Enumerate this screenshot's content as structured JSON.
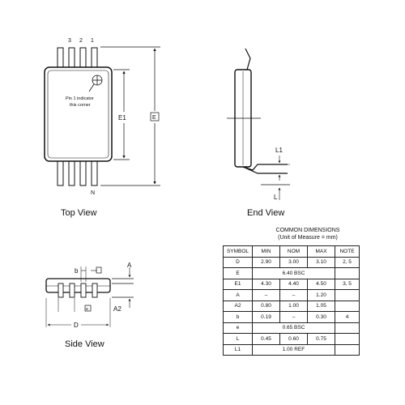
{
  "top_view": {
    "title": "Top View",
    "pin_numbers": [
      "3",
      "2",
      "1"
    ],
    "pin_n": "N",
    "pin1_note": [
      "Pin 1 indicator",
      "this corner"
    ],
    "dim_e1": "E1",
    "dim_e": "E"
  },
  "end_view": {
    "title": "End View",
    "dim_l1": "L1",
    "dim_l": "L"
  },
  "side_view": {
    "title": "Side View",
    "dim_b": "b",
    "dim_a": "A",
    "dim_a2": "A2",
    "dim_d": "D",
    "dim_e": "e"
  },
  "dimensions_table": {
    "title": "COMMON DIMENSIONS",
    "subtitle": "(Unit of Measure = mm)",
    "headers": [
      "SYMBOL",
      "MIN",
      "NOM",
      "MAX",
      "NOTE"
    ],
    "rows": [
      {
        "symbol": "D",
        "min": "2.90",
        "nom": "3.00",
        "max": "3.10",
        "note": "2, 5"
      },
      {
        "symbol": "E",
        "span": "6.40 BSC"
      },
      {
        "symbol": "E1",
        "min": "4.30",
        "nom": "4.40",
        "max": "4.50",
        "note": "3, 5"
      },
      {
        "symbol": "A",
        "min": "–",
        "nom": "–",
        "max": "1.20",
        "note": ""
      },
      {
        "symbol": "A2",
        "min": "0.80",
        "nom": "1.00",
        "max": "1.05",
        "note": ""
      },
      {
        "symbol": "b",
        "min": "0.19",
        "nom": "–",
        "max": "0.30",
        "note": "4"
      },
      {
        "symbol": "e",
        "span": "0.65 BSC"
      },
      {
        "symbol": "L",
        "min": "0.45",
        "nom": "0.60",
        "max": "0.75",
        "note": ""
      },
      {
        "symbol": "L1",
        "span": "1.00 REF"
      }
    ]
  }
}
